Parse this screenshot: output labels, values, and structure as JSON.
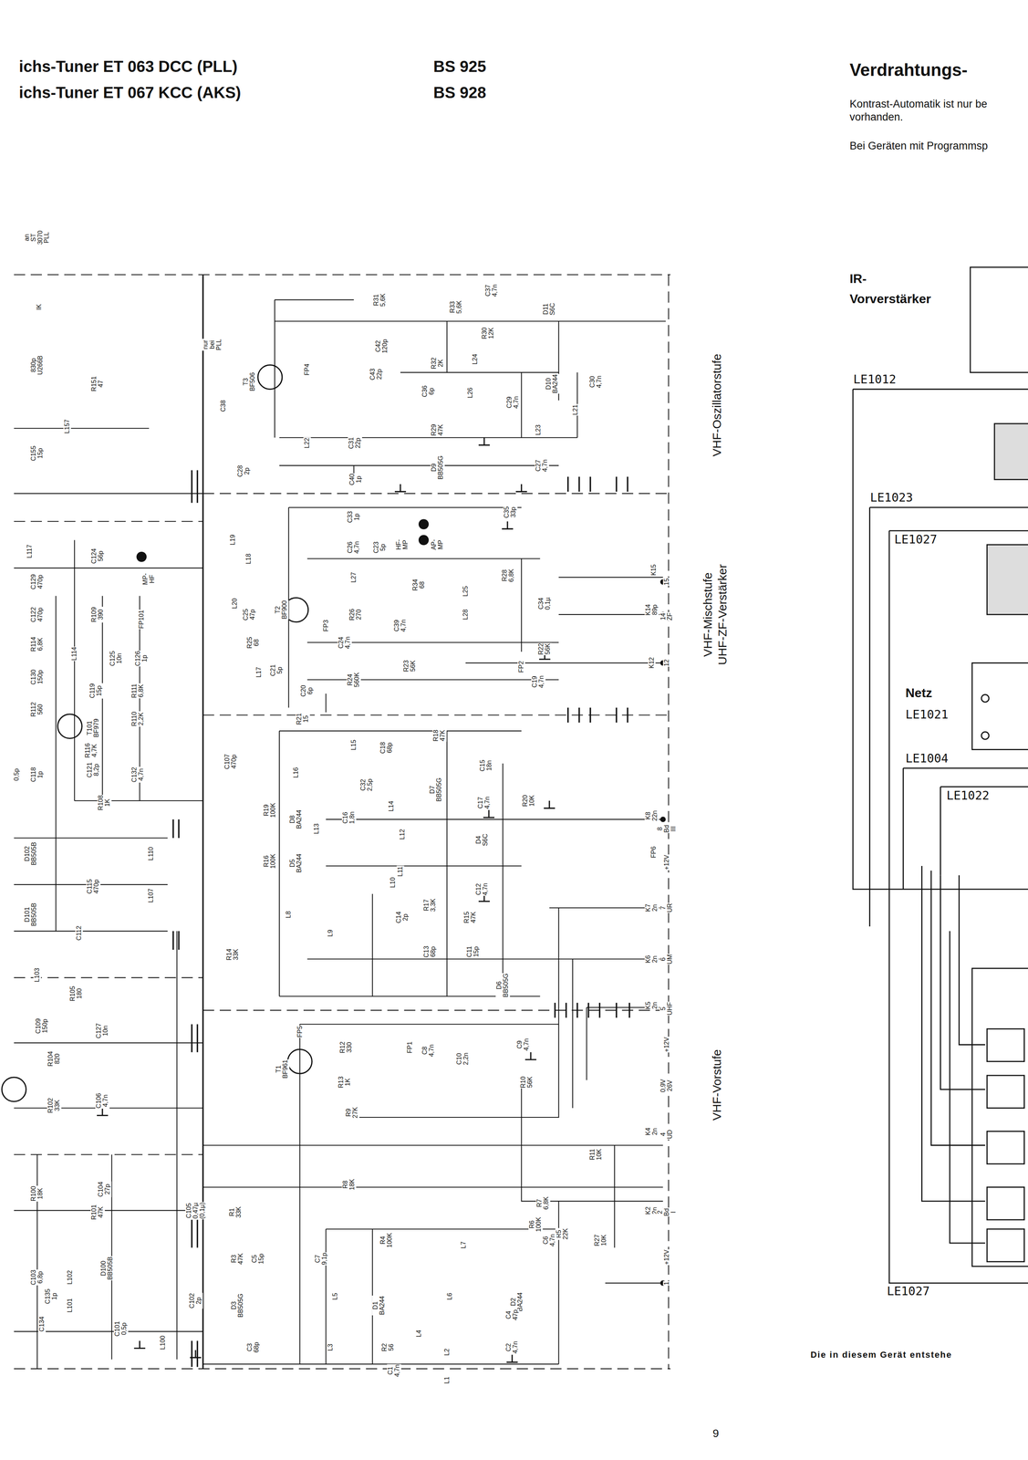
{
  "diagram": {
    "labels": [
      "ichs-Tuner ET 063 DCC (PLL)",
      "ichs-Tuner ET 067 KCC (AKS)",
      "BS 925",
      "BS 928",
      "Verdrahtungs-",
      "Kontrast-Automatik ist nur be",
      "vorhanden.",
      "Bei Geräten mit Programmsp",
      "IR-",
      "Vorverstärker",
      "LE1012",
      "LE1023",
      "LE1027",
      "Netz",
      "LE1021",
      "LE1004",
      "LE1022",
      "LE1027",
      "Die in diesem Gerät entstehe",
      "9",
      "VHF-Oszillatorstufe",
      "VHF-Mischstufe",
      "UHF-ZF-Verstärker",
      "VHF-Vorstufe",
      "an ST 3070 PLL",
      "nur bei PLL",
      "IK",
      "830p U266B",
      "R31 5,6K",
      "R33 5,6K",
      "C37 4,7n",
      "D11 S6C",
      "C42 120p",
      "R32 2K",
      "R30 12K",
      "L24",
      "D10 BA244",
      "C30 4,7n",
      "C43 22p",
      "C36 6p",
      "L26",
      "C29 4,7n",
      "L21",
      "L23",
      "T3 BF506",
      "FP4",
      "C38",
      "L22",
      "C31 22p",
      "R29 47K",
      "C27 4,7n",
      "C40 1p",
      "D9 BB505G",
      "C28 2p",
      "C33 1p",
      "C35 33p",
      "C26 4,7n",
      "C23 5p",
      "HF-MP",
      "AP-MP",
      "L27",
      "R34 68",
      "L25",
      "R28 6,8K",
      "T2 BF900",
      "FP3",
      "R26 270",
      "C24 4,7n",
      "C39 4,7n",
      "L28",
      "C34 0,1µ",
      "R23 56K",
      "R24 560K",
      "R22 56K",
      "FP2",
      "C19 4,7n",
      "R21 15",
      "C20 6p",
      "C21 5p",
      "L17",
      "R25 68",
      "C25 47p",
      "L20",
      "L18",
      "L19",
      "MP-HF",
      "C107 470p",
      "R18 47K",
      "C18 68p",
      "L15",
      "C32 2,5p",
      "C15 18n",
      "L16",
      "D7 BB505G",
      "C17 4,7n",
      "R20 10K",
      "R19 100K",
      "D8 BA244",
      "L13",
      "C16 1,8n",
      "L14",
      "L12",
      "D4 S6C",
      "R16 100K",
      "D5 BA244",
      "L11",
      "L10",
      "C12 4,7n",
      "R17 3,3K",
      "C14 2p",
      "R15 47K",
      "L8",
      "L9",
      "C13 68p",
      "C11 15p",
      "D6 BB505G",
      "R14 33K",
      "FP5",
      "T1 BF961",
      "R12 330",
      "FP1",
      "C8 4,7n",
      "C10 2,2n",
      "C9 4,7n",
      "R13 1K",
      "R10 56K",
      "R9 27K",
      "R11 10K",
      "R8 18K",
      "R1 33K",
      "R3 47K",
      "C5 15p",
      "C7 9,1p",
      "R7 6,8K",
      "R27 10K",
      "R6 100K",
      "R5 22K",
      "C6 4,7n",
      "R4 100K",
      "L7",
      "L5",
      "L6",
      "D1 BA244",
      "D2 BA244",
      "C4 47p",
      "D3 BB505G",
      "L4",
      "C3 68p",
      "L3",
      "R2 56",
      "C1 4,7n",
      "L2",
      "C2 4,7n",
      "L1",
      "K15",
      "15",
      "K14 89p",
      "14 ZF",
      "K12",
      "12",
      "K8 22n",
      "8 Bd III",
      "FP6",
      "+12V",
      "K7 2n",
      "7 UR",
      "K6 2n",
      "6 UM",
      "K5 2n",
      "5 UHF",
      "+12V",
      "0,9V 26V",
      "K4 2n",
      "4 UD",
      "K2 2n",
      "2 Bd I",
      "+12V",
      "1",
      "L157",
      "R151 47",
      "C155 15p",
      "L117",
      "C129 470p",
      "C124 56p",
      "R109 390",
      "FP101",
      "C122 470p",
      "R114 6,8K",
      "L114",
      "C125 10n",
      "C126 1p",
      "C130 150p",
      "C119 15p",
      "R111 6,8K",
      "R112 560",
      "T101 BF979",
      "R110 2,2K",
      "R116 4,7K",
      "C121 8,2p",
      "C132 4,7n",
      "C118 1p",
      "0,5p",
      "R108 1K",
      "D102 BB505B",
      "L110",
      "C115 470p",
      "L107",
      "D101 BB505B",
      "C112",
      "L103",
      "R105 180",
      "C109 150p",
      "C127 10n",
      "R104 820",
      "R102 33K",
      "C106 4,7n",
      "R100 18K",
      "C104 27p",
      "R101 47K",
      "C105 0,47µ (0,1µ)",
      "L102",
      "D100 BB505B",
      "C103 6,8p",
      "C135 1p",
      "L101",
      "C102 2p",
      "C134",
      "C101 0,5p",
      "L100"
    ]
  }
}
